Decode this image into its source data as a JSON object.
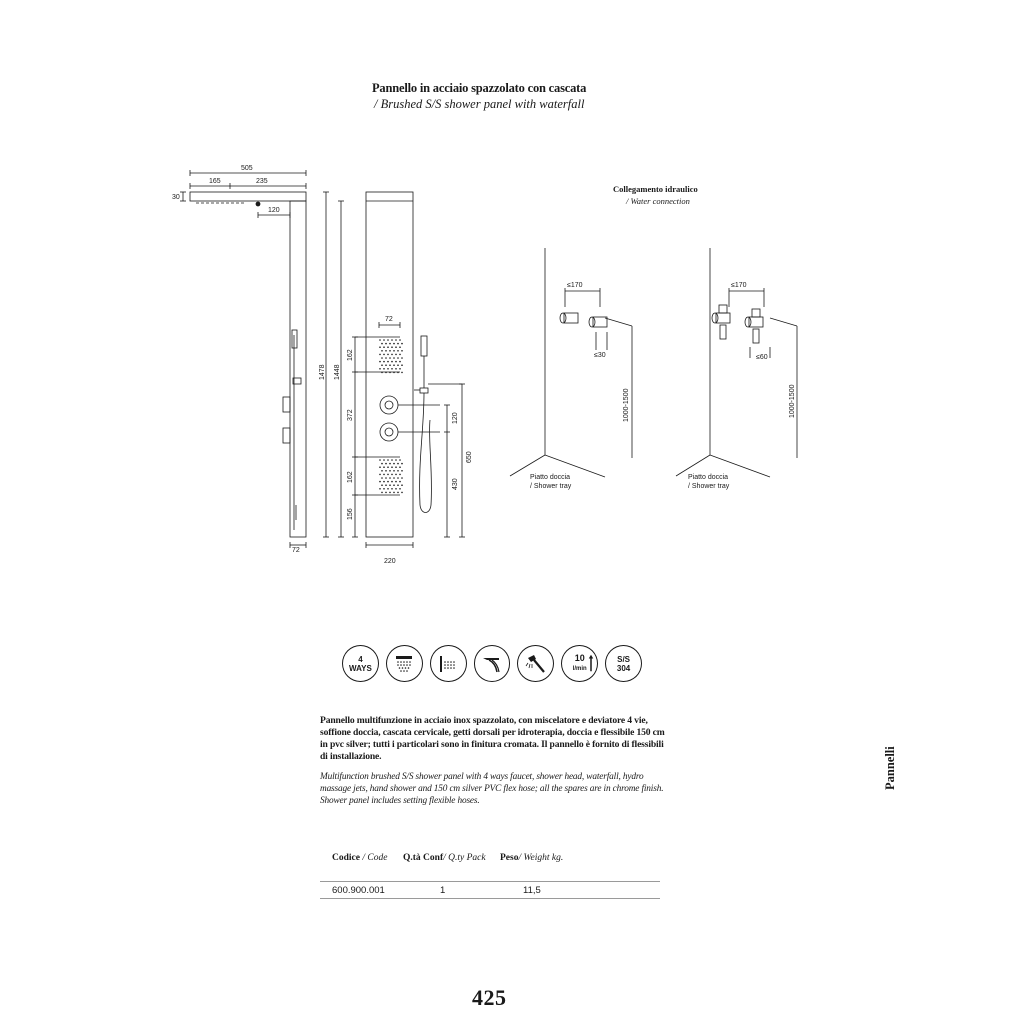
{
  "header": {
    "title_it": "Pannello in acciaio spazzolato con cascata",
    "title_en": "/ Brushed S/S shower panel with waterfall"
  },
  "drawing": {
    "side_view": {
      "dim_width": "505",
      "dim_left": "165",
      "dim_right": "235",
      "dim_height_top": "30",
      "dim_spout": "120",
      "dim_depth": "72"
    },
    "front_view": {
      "dim_total": "1478",
      "dim_inner": "1448",
      "dim_jets_width": "72",
      "dim_upper_jets": "162",
      "dim_mid": "372",
      "dim_lower_jets": "162",
      "dim_bottom": "156",
      "dim_width": "220",
      "dim_hose_right": "120",
      "dim_hose_height": "650",
      "dim_hose_bottom": "430"
    },
    "connection": {
      "title_it": "Collegamento idraulico",
      "title_en": "/ Water connection",
      "left": {
        "dim_spacing": "≤170",
        "dim_offset": "≤30",
        "dim_height": "1000-1500",
        "tray_it": "Piatto doccia",
        "tray_en": "/ Shower tray"
      },
      "right": {
        "dim_spacing": "≤170",
        "dim_offset": "≤60",
        "dim_height": "1000-1500",
        "tray_it": "Piatto doccia",
        "tray_en": "/ Shower tray"
      }
    }
  },
  "icons": [
    {
      "name": "four-ways-icon",
      "l1": "4",
      "l2": "WAYS"
    },
    {
      "name": "rain-shower-head-icon"
    },
    {
      "name": "body-jets-icon"
    },
    {
      "name": "waterfall-icon"
    },
    {
      "name": "hand-shower-icon"
    },
    {
      "name": "flow-rate-icon",
      "l1": "10",
      "l2": "l/min"
    },
    {
      "name": "stainless-steel-icon",
      "l1": "S/S",
      "l2": "304"
    }
  ],
  "description": {
    "it": "Pannello multifunzione in acciaio inox spazzolato, con miscelatore e deviatore 4 vie, soffione doccia, cascata cervicale, getti dorsali per idroterapia, doccia e flessibile 150 cm in pvc silver; tutti i particolari sono in finitura cromata. Il pannello è fornito di flessibili di installazione.",
    "en": "Multifunction brushed S/S shower panel with 4 ways faucet, shower head, waterfall, hydro massage jets, hand shower and 150 cm silver PVC flex hose; all the spares are in chrome finish. Shower panel includes setting flexible hoses."
  },
  "table": {
    "h_code_it": "Codice",
    "h_code_en": "/ Code",
    "h_qty_it": "Q.tà Conf",
    "h_qty_en": "/ Q.ty Pack",
    "h_weight_it": "Peso",
    "h_weight_en": "/ Weight kg.",
    "rows": [
      {
        "code": "600.900.001",
        "qty": "1",
        "weight": "11,5"
      }
    ]
  },
  "sidebar": {
    "section": "Pannelli"
  },
  "footer": {
    "page_number": "425"
  }
}
